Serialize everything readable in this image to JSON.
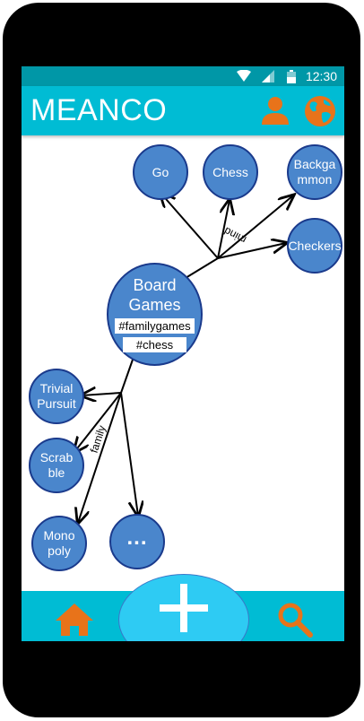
{
  "status": {
    "time": "12:30"
  },
  "app": {
    "title": "MEANCO"
  },
  "graph": {
    "center": {
      "title": "Board Games",
      "tags": [
        "#familygames",
        "#chess"
      ]
    },
    "edge_labels": {
      "mind": "mind",
      "family": "family"
    },
    "mind_nodes": [
      "Go",
      "Chess",
      "Backgammon",
      "Checkers"
    ],
    "family_nodes": [
      "Trivial Pursuit",
      "Scrabble",
      "Monopoly",
      "..."
    ]
  },
  "colors": {
    "accent": "#00bcd4",
    "statusbar": "#0097a7",
    "node_fill": "#4a86cc",
    "icon_orange": "#e8731a",
    "fab": "#2ecbf3"
  },
  "icons": {
    "user": "user-icon",
    "globe": "globe-icon",
    "home": "home-icon",
    "add": "plus-icon",
    "search": "search-icon"
  }
}
